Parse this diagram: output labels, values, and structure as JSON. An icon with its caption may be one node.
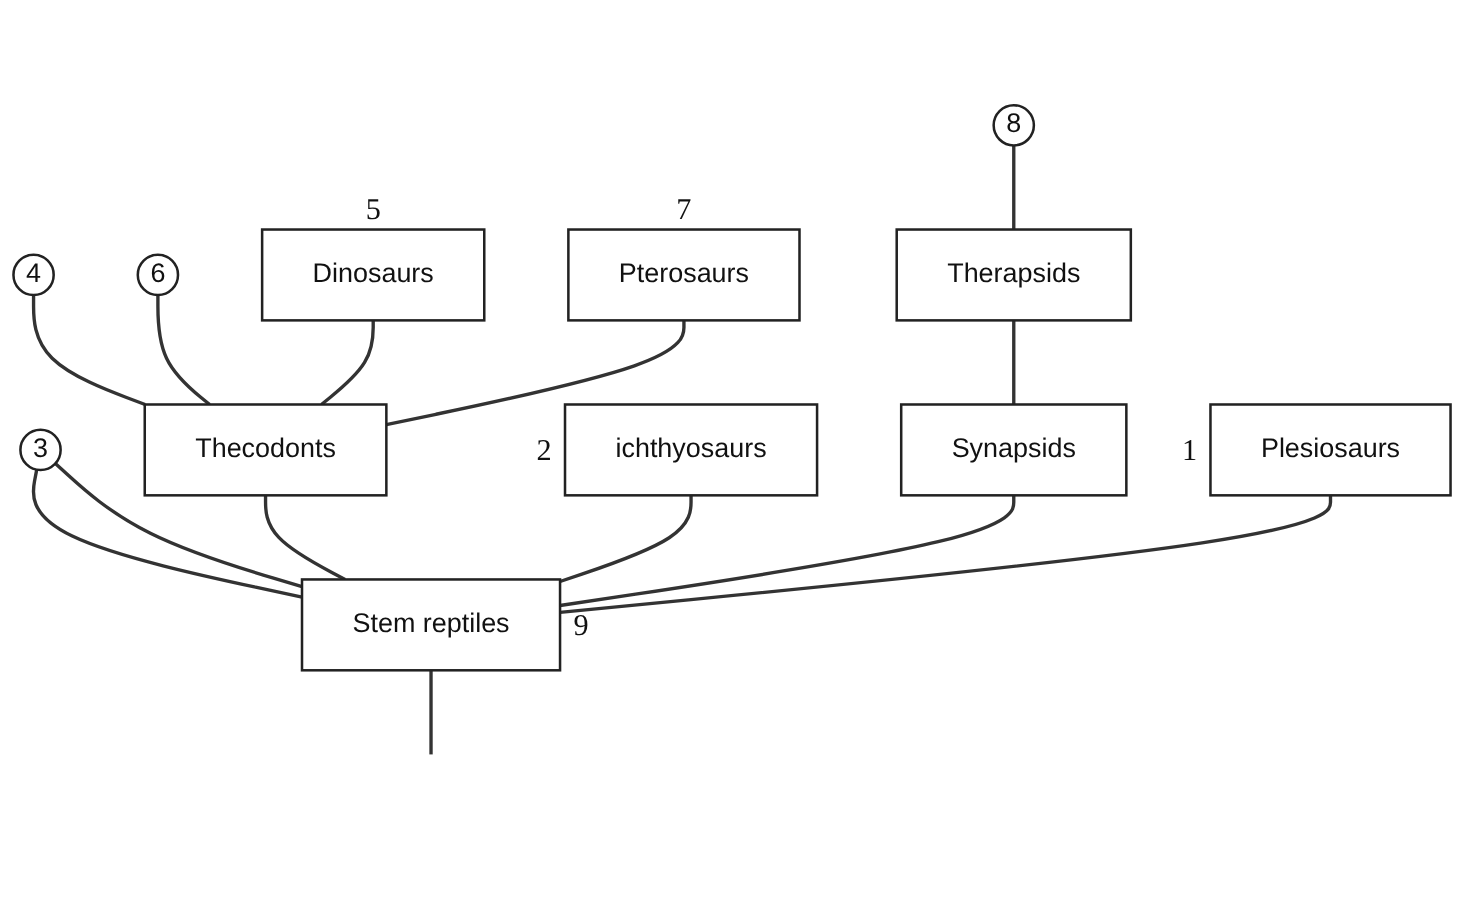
{
  "diagram": {
    "nodes": [
      {
        "text": [
          "4"
        ]
      },
      {
        "text": [
          "6"
        ]
      },
      {
        "text": [
          "Dinosaurs"
        ],
        "beside": [
          "5"
        ]
      },
      {
        "text": [
          "8"
        ]
      },
      {
        "text": [
          "3"
        ]
      },
      {
        "text": [
          "Pterosaurs"
        ],
        "beside": [
          "7"
        ]
      },
      {
        "text": [
          "Thecodonts"
        ]
      },
      {
        "text": [
          "Therapsids"
        ]
      },
      {
        "text": [
          "ichthyosaurs"
        ],
        "beside": [
          "2"
        ]
      },
      {
        "text": [
          "Synapsids"
        ]
      },
      {
        "text": [
          "Plesiosaurs"
        ],
        "beside": [
          "1"
        ]
      },
      {
        "text": [
          "Stem reptiles"
        ],
        "beside": [
          "9"
        ]
      }
    ],
    "edges": [
      {
        "from": 11,
        "to": 10,
        "arrow": "none"
      },
      {
        "from": 11,
        "to": 8,
        "arrow": "none"
      },
      {
        "from": 11,
        "to": 4,
        "arrow": "none"
      },
      {
        "from": 11,
        "to": 4,
        "arrow": "none"
      },
      {
        "from": 11,
        "to": 6,
        "arrow": "none"
      },
      {
        "from": 6,
        "to": 5,
        "arrow": "none"
      },
      {
        "from": 6,
        "to": 0,
        "arrow": "none"
      },
      {
        "from": 6,
        "to": 2,
        "arrow": "none"
      },
      {
        "from": 6,
        "to": 1,
        "arrow": "none"
      },
      {
        "from": 11,
        "to": 9,
        "arrow": "none"
      },
      {
        "from": 9,
        "to": 7,
        "arrow": "none"
      },
      {
        "from": 7,
        "to": 3,
        "arrow": "none"
      },
      {
        "from": null,
        "to": 11,
        "arrow": "none"
      }
    ]
  }
}
